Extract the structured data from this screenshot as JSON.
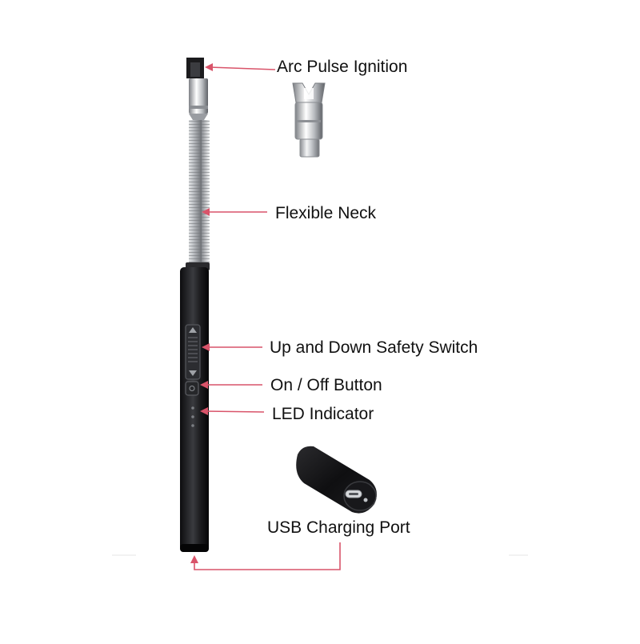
{
  "callouts": {
    "arc_pulse_ignition": "Arc Pulse Ignition",
    "flexible_neck": "Flexible Neck",
    "safety_switch": "Up and Down Safety Switch",
    "on_off_button": "On / Off Button",
    "led_indicator": "LED Indicator",
    "usb_charging_port": "USB Charging Port"
  },
  "colors": {
    "arrow": "#d9546a",
    "body": "#1a1a1c",
    "metal": "#c9ccd0",
    "label_text": "#111111"
  }
}
